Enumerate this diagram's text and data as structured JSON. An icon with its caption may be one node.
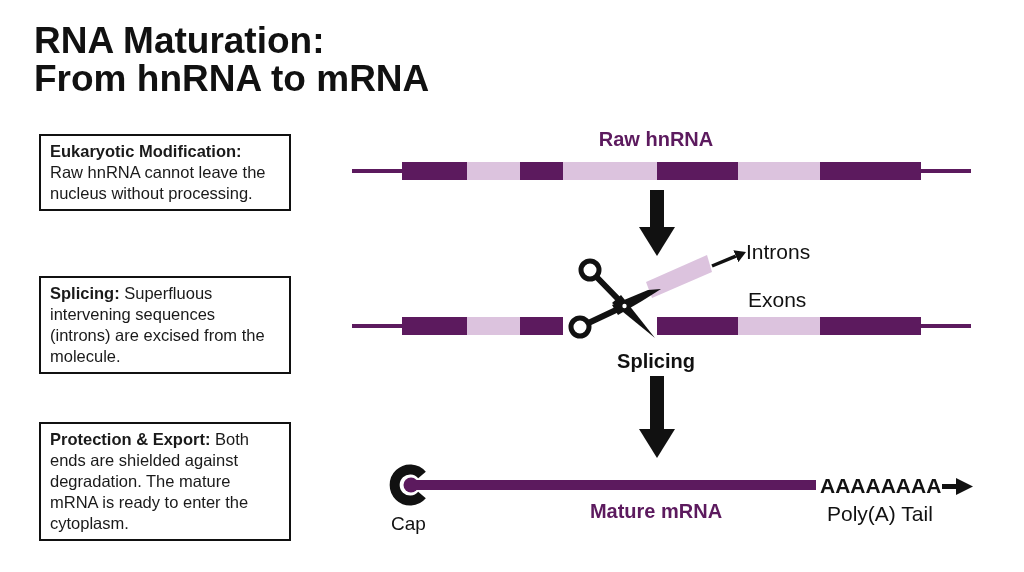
{
  "diagram": {
    "title": "RNA Maturation: From hnRNA to mRNA",
    "nodes": [
      {
        "text": [
          "Eukaryotic Modification:",
          "Raw hnRNA cannot leave the nucleus without processing."
        ]
      },
      {
        "text": [
          "**Splicing:** Superfluous intervening sequences (introns) are excised from the molecule."
        ]
      },
      {
        "text": [
          "**Protection & Export:** Both ends are shielded against degradation. The mature mRNA is ready to enter the cytoplasm."
        ]
      },
      {
        "text": [
          "Raw hnRNA"
        ]
      },
      {
        "text": [
          "Splicing"
        ]
      },
      {
        "text": [
          "Mature mRNA"
        ]
      },
      {
        "text": [],
        "shape": "bar"
      },
      {
        "text": [
          "Introns"
        ]
      }
    ],
    "edges": [
      {
        "from": 3,
        "to": 4,
        "arrow": "to"
      },
      {
        "from": 4,
        "to": 5,
        "arrow": "to"
      },
      {
        "from": 6,
        "to": 7,
        "arrow": "to"
      }
    ],
    "labels": [
      "Exons",
      "AAAAAAAA",
      "Cap",
      "Poly(A) Tail"
    ]
  }
}
